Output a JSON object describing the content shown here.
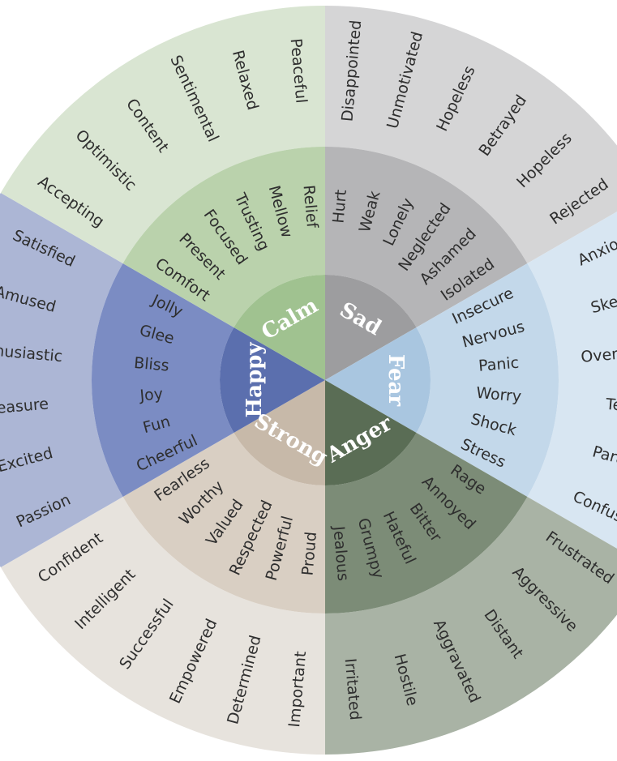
{
  "wheel": {
    "colors": {
      "background": "#ffffff",
      "text_dark": "#2e2e2e",
      "text_light": "#ffffff"
    },
    "segments": [
      {
        "id": "sad",
        "label": "Sad",
        "colors": {
          "outer": "#d5d5d6",
          "middle": "#b5b5b7",
          "inner": "#9d9d9f"
        },
        "middle_words": [
          "Hurt",
          "Weak",
          "Lonely",
          "Neglected",
          "Ashamed",
          "Isolated"
        ],
        "outer_words": [
          "Disappointed",
          "Unmotivated",
          "Hopeless",
          "Betrayed",
          "Hopeless",
          "Rejected"
        ]
      },
      {
        "id": "fear",
        "label": "Fear",
        "colors": {
          "outer": "#d8e6f2",
          "middle": "#c3d8ea",
          "inner": "#a9c6e0"
        },
        "middle_words": [
          "Insecure",
          "Nervous",
          "Panic",
          "Worry",
          "Shock",
          "Stress"
        ],
        "outer_words": [
          "Anxious",
          "Skeptical",
          "Overwhelmed",
          "Tension",
          "Paranoid",
          "Confused"
        ]
      },
      {
        "id": "anger",
        "label": "Anger",
        "colors": {
          "outer": "#a9b3a5",
          "middle": "#7c8c77",
          "inner": "#5a6d55"
        },
        "middle_words": [
          "Rage",
          "Annoyed",
          "Bitter",
          "Hateful",
          "Grumpy",
          "Jealous"
        ],
        "outer_words": [
          "Frustrated",
          "Aggressive",
          "Distant",
          "Aggravated",
          "Hostile",
          "Irritated"
        ]
      },
      {
        "id": "strong",
        "label": "Strong",
        "colors": {
          "outer": "#e7e3dd",
          "middle": "#d9cfc3",
          "inner": "#c7b9a9"
        },
        "middle_words": [
          "Proud",
          "Powerful",
          "Respected",
          "Valued",
          "Worthy",
          "Fearless"
        ],
        "outer_words": [
          "Important",
          "Determined",
          "Empowered",
          "Successful",
          "Intelligent",
          "Confident"
        ]
      },
      {
        "id": "happy",
        "label": "Happy",
        "colors": {
          "outer": "#acb6d5",
          "middle": "#7b8cc3",
          "inner": "#5b6fae"
        },
        "middle_words": [
          "Cheerful",
          "Fun",
          "Joy",
          "Bliss",
          "Glee",
          "Jolly"
        ],
        "outer_words": [
          "Passion",
          "Excited",
          "Pleasure",
          "Enthusiastic",
          "Amused",
          "Satisfied"
        ]
      },
      {
        "id": "calm",
        "label": "Calm",
        "colors": {
          "outer": "#d9e5d2",
          "middle": "#bad2ac",
          "inner": "#a0c290"
        },
        "middle_words": [
          "Comfort",
          "Present",
          "Focused",
          "Trusting",
          "Mellow",
          "Relief"
        ],
        "outer_words": [
          "Accepting",
          "Optimistic",
          "Content",
          "Sentimental",
          "Relaxed",
          "Peaceful"
        ]
      }
    ]
  }
}
